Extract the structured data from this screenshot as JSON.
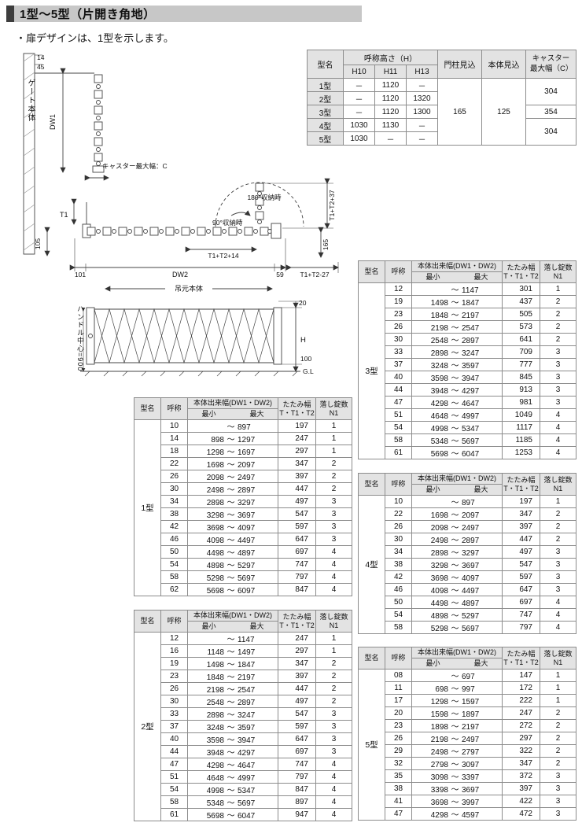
{
  "page": {
    "title": "1型～5型（片開き角地）",
    "note": "・扉デザインは、1型を示します。"
  },
  "height_table": {
    "headers": {
      "model": "型名",
      "height": "呼称高さ（H）",
      "h10": "H10",
      "h11": "H11",
      "h13": "H13",
      "pillar": "門柱見込",
      "body": "本体見込",
      "caster": "キャスター最大幅（C）"
    },
    "rows": [
      {
        "model": "1型",
        "h10": "－",
        "h11": "1120",
        "h13": "－"
      },
      {
        "model": "2型",
        "h10": "－",
        "h11": "1120",
        "h13": "1320"
      },
      {
        "model": "3型",
        "h10": "－",
        "h11": "1120",
        "h13": "1300"
      },
      {
        "model": "4型",
        "h10": "1030",
        "h11": "1130",
        "h13": "－"
      },
      {
        "model": "5型",
        "h10": "1030",
        "h11": "－",
        "h13": "－"
      }
    ],
    "pillar_value": "165",
    "body_value": "125",
    "caster_values": [
      {
        "value": "304"
      },
      {
        "value": "354"
      },
      {
        "value": "304"
      }
    ]
  },
  "size_headers": {
    "model": "型名",
    "name": "呼称",
    "width": "本体出来幅(DW1・DW2)",
    "min": "最小",
    "max": "最大",
    "tilde": "～",
    "fold_line1": "たたみ幅",
    "fold_line2": "T・T1・T2",
    "lock_line1": "落し錠数",
    "lock_line2": "N1"
  },
  "size_tables": [
    {
      "model": "1型",
      "rows": [
        [
          "10",
          "",
          "897",
          "197",
          "1"
        ],
        [
          "14",
          "898",
          "1297",
          "247",
          "1"
        ],
        [
          "18",
          "1298",
          "1697",
          "297",
          "1"
        ],
        [
          "22",
          "1698",
          "2097",
          "347",
          "2"
        ],
        [
          "26",
          "2098",
          "2497",
          "397",
          "2"
        ],
        [
          "30",
          "2498",
          "2897",
          "447",
          "2"
        ],
        [
          "34",
          "2898",
          "3297",
          "497",
          "3"
        ],
        [
          "38",
          "3298",
          "3697",
          "547",
          "3"
        ],
        [
          "42",
          "3698",
          "4097",
          "597",
          "3"
        ],
        [
          "46",
          "4098",
          "4497",
          "647",
          "3"
        ],
        [
          "50",
          "4498",
          "4897",
          "697",
          "4"
        ],
        [
          "54",
          "4898",
          "5297",
          "747",
          "4"
        ],
        [
          "58",
          "5298",
          "5697",
          "797",
          "4"
        ],
        [
          "62",
          "5698",
          "6097",
          "847",
          "4"
        ]
      ]
    },
    {
      "model": "2型",
      "rows": [
        [
          "12",
          "",
          "1147",
          "247",
          "1"
        ],
        [
          "16",
          "1148",
          "1497",
          "297",
          "1"
        ],
        [
          "19",
          "1498",
          "1847",
          "347",
          "2"
        ],
        [
          "23",
          "1848",
          "2197",
          "397",
          "2"
        ],
        [
          "26",
          "2198",
          "2547",
          "447",
          "2"
        ],
        [
          "30",
          "2548",
          "2897",
          "497",
          "2"
        ],
        [
          "33",
          "2898",
          "3247",
          "547",
          "3"
        ],
        [
          "37",
          "3248",
          "3597",
          "597",
          "3"
        ],
        [
          "40",
          "3598",
          "3947",
          "647",
          "3"
        ],
        [
          "44",
          "3948",
          "4297",
          "697",
          "3"
        ],
        [
          "47",
          "4298",
          "4647",
          "747",
          "4"
        ],
        [
          "51",
          "4648",
          "4997",
          "797",
          "4"
        ],
        [
          "54",
          "4998",
          "5347",
          "847",
          "4"
        ],
        [
          "58",
          "5348",
          "5697",
          "897",
          "4"
        ],
        [
          "61",
          "5698",
          "6047",
          "947",
          "4"
        ]
      ]
    },
    {
      "model": "3型",
      "rows": [
        [
          "12",
          "",
          "1147",
          "301",
          "1"
        ],
        [
          "19",
          "1498",
          "1847",
          "437",
          "2"
        ],
        [
          "23",
          "1848",
          "2197",
          "505",
          "2"
        ],
        [
          "26",
          "2198",
          "2547",
          "573",
          "2"
        ],
        [
          "30",
          "2548",
          "2897",
          "641",
          "2"
        ],
        [
          "33",
          "2898",
          "3247",
          "709",
          "3"
        ],
        [
          "37",
          "3248",
          "3597",
          "777",
          "3"
        ],
        [
          "40",
          "3598",
          "3947",
          "845",
          "3"
        ],
        [
          "44",
          "3948",
          "4297",
          "913",
          "3"
        ],
        [
          "47",
          "4298",
          "4647",
          "981",
          "3"
        ],
        [
          "51",
          "4648",
          "4997",
          "1049",
          "4"
        ],
        [
          "54",
          "4998",
          "5347",
          "1117",
          "4"
        ],
        [
          "58",
          "5348",
          "5697",
          "1185",
          "4"
        ],
        [
          "61",
          "5698",
          "6047",
          "1253",
          "4"
        ]
      ]
    },
    {
      "model": "4型",
      "rows": [
        [
          "10",
          "",
          "897",
          "197",
          "1"
        ],
        [
          "22",
          "1698",
          "2097",
          "347",
          "2"
        ],
        [
          "26",
          "2098",
          "2497",
          "397",
          "2"
        ],
        [
          "30",
          "2498",
          "2897",
          "447",
          "2"
        ],
        [
          "34",
          "2898",
          "3297",
          "497",
          "3"
        ],
        [
          "38",
          "3298",
          "3697",
          "547",
          "3"
        ],
        [
          "42",
          "3698",
          "4097",
          "597",
          "3"
        ],
        [
          "46",
          "4098",
          "4497",
          "647",
          "3"
        ],
        [
          "50",
          "4498",
          "4897",
          "697",
          "4"
        ],
        [
          "54",
          "4898",
          "5297",
          "747",
          "4"
        ],
        [
          "58",
          "5298",
          "5697",
          "797",
          "4"
        ]
      ]
    },
    {
      "model": "5型",
      "rows": [
        [
          "08",
          "",
          "697",
          "147",
          "1"
        ],
        [
          "11",
          "698",
          "997",
          "172",
          "1"
        ],
        [
          "17",
          "1298",
          "1597",
          "222",
          "1"
        ],
        [
          "20",
          "1598",
          "1897",
          "247",
          "2"
        ],
        [
          "23",
          "1898",
          "2197",
          "272",
          "2"
        ],
        [
          "26",
          "2198",
          "2497",
          "297",
          "2"
        ],
        [
          "29",
          "2498",
          "2797",
          "322",
          "2"
        ],
        [
          "32",
          "2798",
          "3097",
          "347",
          "2"
        ],
        [
          "35",
          "3098",
          "3397",
          "372",
          "3"
        ],
        [
          "38",
          "3398",
          "3697",
          "397",
          "3"
        ],
        [
          "41",
          "3698",
          "3997",
          "422",
          "3"
        ],
        [
          "47",
          "4298",
          "4597",
          "472",
          "3"
        ]
      ]
    }
  ],
  "diagram": {
    "gate_body": "ゲート本体",
    "dw1": "DW1",
    "caster": "キャスター最大幅：C",
    "t1": "T1",
    "d14": "14",
    "d45": "45",
    "d105": "105",
    "d101": "101",
    "dw2": "DW2",
    "d59": "59",
    "deg90": "90°収納時",
    "deg180": "180°収納時",
    "t14": "T1+T2+14",
    "t27": "T1+T2-27",
    "t37": "T1+T2+37",
    "d165": "165",
    "hanging_body": "吊元本体",
    "handle": "ハンドル中心=900",
    "h": "H",
    "d20": "20",
    "d100": "100",
    "gl": "G.L"
  }
}
